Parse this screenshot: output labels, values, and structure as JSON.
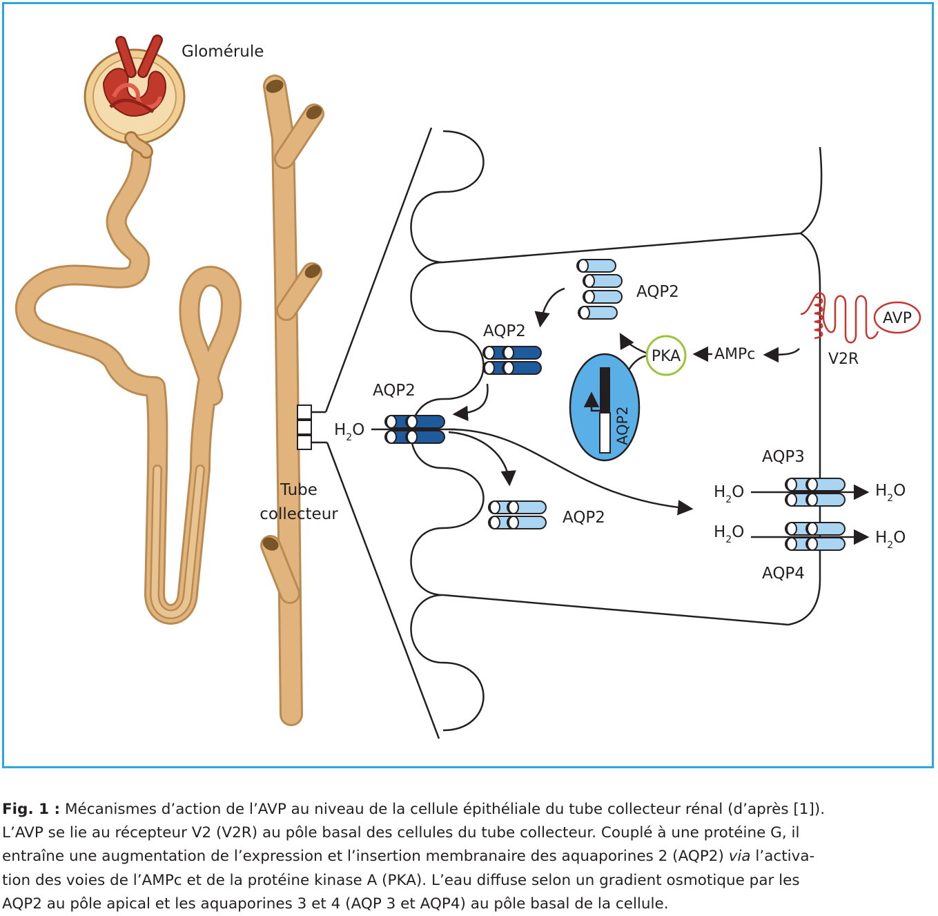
{
  "labels": {
    "glomerule": "Glomérule",
    "tube_line1": "Tube",
    "tube_line2": "collecteur",
    "h2o_apical": "H",
    "h2o_sub": "2",
    "h2o_o": "O",
    "aqp2_vesicle_top": "AQP2",
    "aqp2_vesicle_dark": "AQP2",
    "aqp2_membrane": "AQP2",
    "aqp2_vesicle_bottom": "AQP2",
    "aqp2_nucleus": "AQP2",
    "pka": "PKA",
    "ampc": "AMPc",
    "avp": "AVP",
    "v2r": "V2R",
    "aqp3": "AQP3",
    "aqp4": "AQP4"
  },
  "caption": {
    "label": "Fig. 1 :",
    "lines": [
      " Mécanismes d’action de l’AVP au niveau de la cellule épithéliale du tube collecteur rénal (d’après [1]).",
      "L’AVP se lie au récepteur V2 (V2R) au pôle basal des cellules du tube collecteur. Couplé à une protéine G, il",
      "entraîne une augmentation de l’expression et l’insertion membranaire des aquaporines 2 (AQP2) ",
      "via",
      " l’activa-",
      "tion des voies de l’AMPc et de la protéine kinase A (PKA). L’eau diffuse selon un gradient osmotique par les",
      "AQP2 au pôle apical et les aquaporines 3 et 4 (AQP 3 et AQP4) au pôle basal de la cellule."
    ]
  },
  "colors": {
    "frame": "#2aa7df",
    "tubule": "#e0b47c",
    "tubule_dark": "#b98b52",
    "glomerule_red": "#c0392b",
    "aqp_light": "#a9d4f2",
    "aqp_dark": "#1f5a9c",
    "nucleus": "#5ab0e6",
    "pka_ring": "#9bc43a",
    "v2r_red": "#c8342d"
  }
}
